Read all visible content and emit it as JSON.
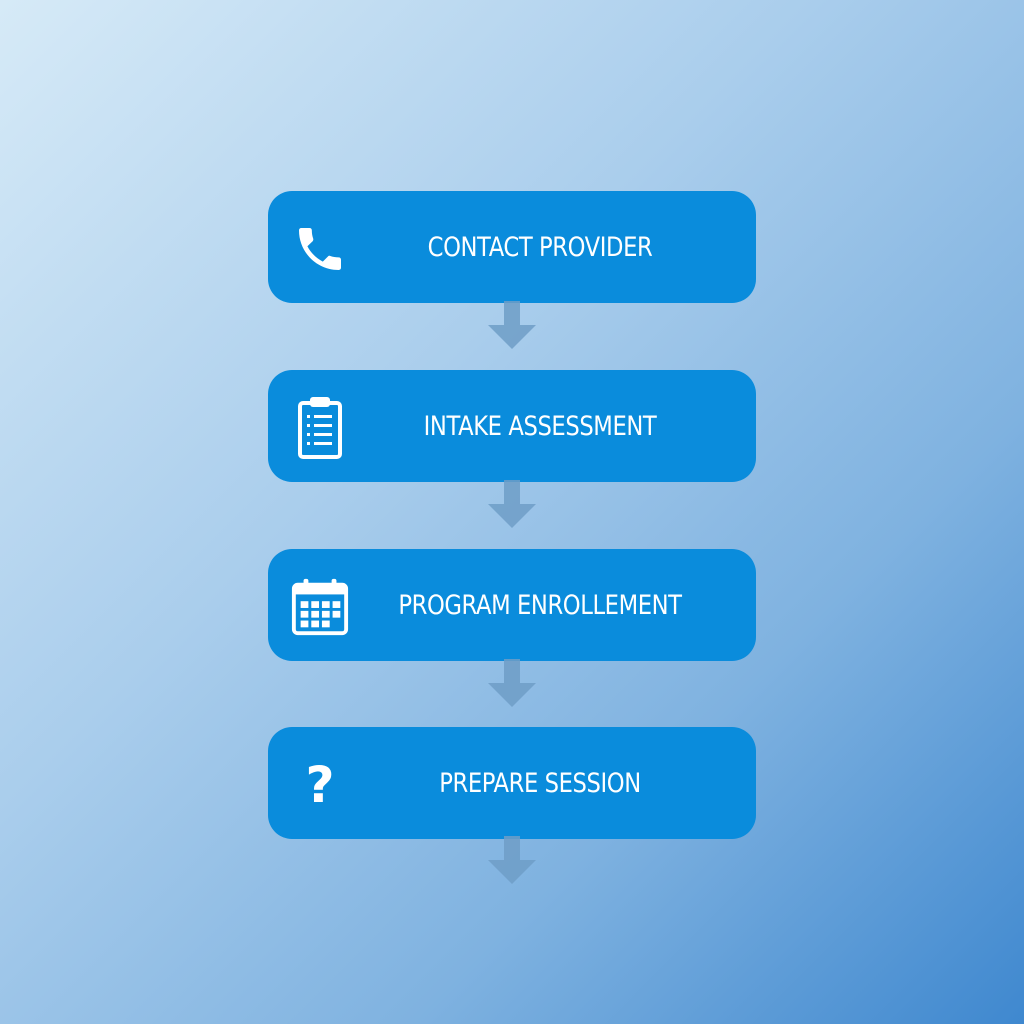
{
  "steps": [
    {
      "label": "CONTACT PROVIDER",
      "icon": "phone-icon"
    },
    {
      "label": "INTAKE ASSESSMENT",
      "icon": "clipboard-icon"
    },
    {
      "label": "PROGRAM ENROLLEMENT",
      "icon": "calendar-icon"
    },
    {
      "label": "PREPARE SESSION",
      "icon": "question-icon",
      "glyph": "?"
    }
  ],
  "colors": {
    "box": "#0a8cdc",
    "arrow": "#6f9ec7",
    "background_start": "#d6eaf7",
    "background_end": "#3f88cf"
  }
}
